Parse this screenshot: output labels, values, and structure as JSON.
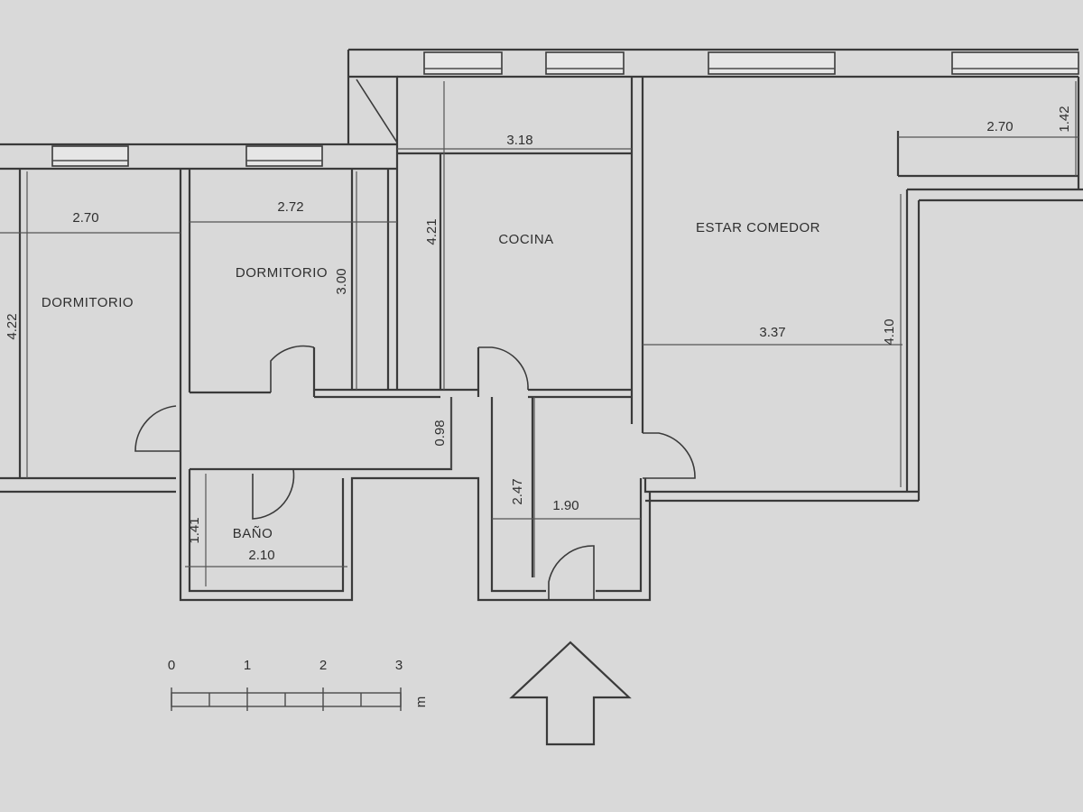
{
  "rooms": {
    "dormitorio_left": "DORMITORIO",
    "dormitorio_mid": "DORMITORIO",
    "cocina": "COCINA",
    "estar_comedor": "ESTAR COMEDOR",
    "bano": "BAÑO"
  },
  "dimensions": {
    "dorm_left_width": "2.70",
    "dorm_left_depth": "4.22",
    "dorm_mid_width": "2.72",
    "dorm_mid_depth": "3.00",
    "cocina_width": "3.18",
    "cocina_depth": "4.21",
    "estar_width": "3.37",
    "estar_depth": "4.10",
    "terrace_width": "2.70",
    "terrace_depth": "1.42",
    "hall_width": "0.98",
    "entry_depth": "2.47",
    "entry_width": "1.90",
    "bano_depth": "1.41",
    "bano_width": "2.10"
  },
  "scale": {
    "ticks": [
      "0",
      "1",
      "2",
      "3"
    ],
    "unit": "m"
  }
}
